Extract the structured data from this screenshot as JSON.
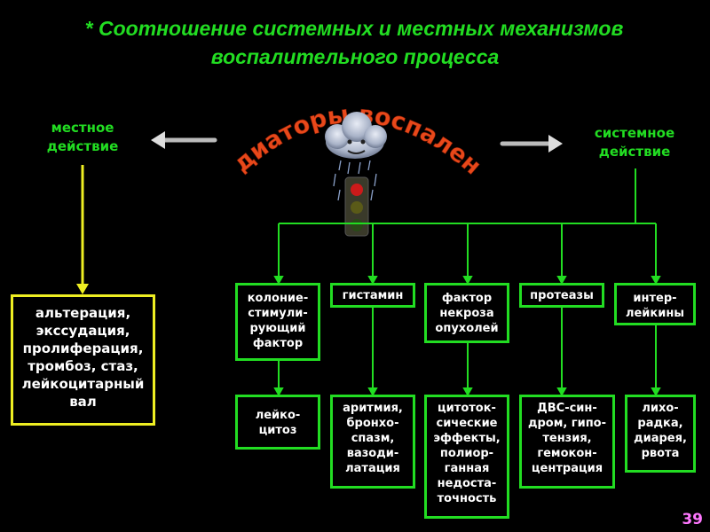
{
  "title": {
    "line1": "*  Соотношение системных и местных механизмов",
    "line2": "воспалительного процесса"
  },
  "arched_title": "медиаторы воспаления",
  "local": {
    "label_line1": "местное",
    "label_line2": "действие",
    "effects": "альтерация,\nэкссудация,\nпролиферация,\nтромбоз, стаз,\nлейкоцитарный\nвал"
  },
  "systemic": {
    "label_line1": "системное",
    "label_line2": "действие"
  },
  "mediators": [
    {
      "name": "колоние-\nстимули-\nрующий\nфактор",
      "effect": "лейко-\nцитоз"
    },
    {
      "name": "гистамин",
      "effect": "аритмия,\nбронхо-\nспазм,\nвазоди-\nлатация"
    },
    {
      "name": "фактор\nнекроза\nопухолей",
      "effect": "цитоток-\nсические\nэффекты,\nполиор-\nганная\nнедоста-\nточность"
    },
    {
      "name": "протеазы",
      "effect": "ДВС-син-\nдром, гипо-\nтензия,\nгемокон-\nцентрация"
    },
    {
      "name": "интер-\nлейкины",
      "effect": "лихо-\nрадка,\nдиарея,\nрвота"
    }
  ],
  "page_number": "39",
  "colors": {
    "green": "#22dd22",
    "yellow": "#eeee22",
    "arch_text": "#e8481a",
    "page_number": "#ff77ff",
    "background": "#000000"
  }
}
